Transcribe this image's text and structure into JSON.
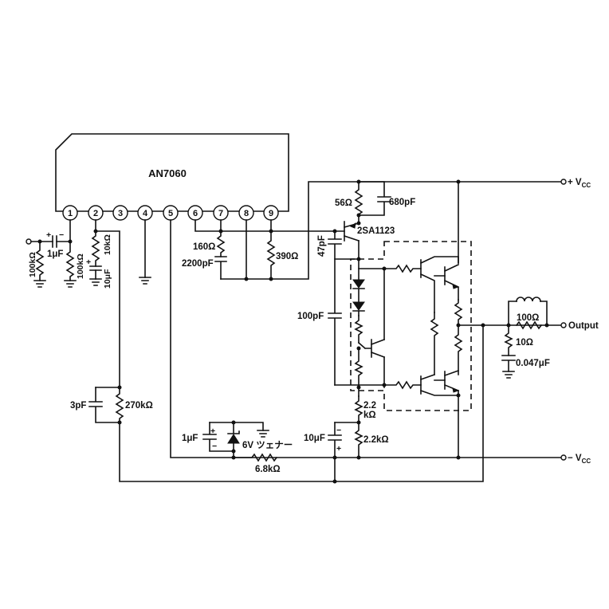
{
  "ic": {
    "name": "AN7060",
    "pins": [
      "1",
      "2",
      "3",
      "4",
      "5",
      "6",
      "7",
      "8",
      "9"
    ]
  },
  "labels": {
    "vcc_pos": "+ V",
    "vcc_pos_sub": "CC",
    "vcc_neg": "− V",
    "vcc_neg_sub": "CC",
    "output": "Output",
    "r_56": "56Ω",
    "c_680p": "680pF",
    "q_2sa1123": "2SA1123",
    "c_47p": "47pF",
    "r_160": "160Ω",
    "c_2200p": "2200pF",
    "r_390": "390Ω",
    "c_100p": "100pF",
    "r_100k_a": "100kΩ",
    "c_1u_in": "1μF",
    "r_100k_b": "100kΩ",
    "r_10k": "10kΩ",
    "c_10u_pin2": "10μF",
    "c_3p": "3pF",
    "r_270k": "270kΩ",
    "c_1u_zener": "1μF",
    "zener": "6V ツェナー",
    "r_6k8": "6.8kΩ",
    "c_10u_bias": "10μF",
    "r_2k2_top_a": "2.2",
    "r_2k2_top_b": "kΩ",
    "r_2k2_bot": "2.2kΩ",
    "r_100_out": "100Ω",
    "r_10_out": "10Ω",
    "c_0047u": "0.047μF"
  }
}
